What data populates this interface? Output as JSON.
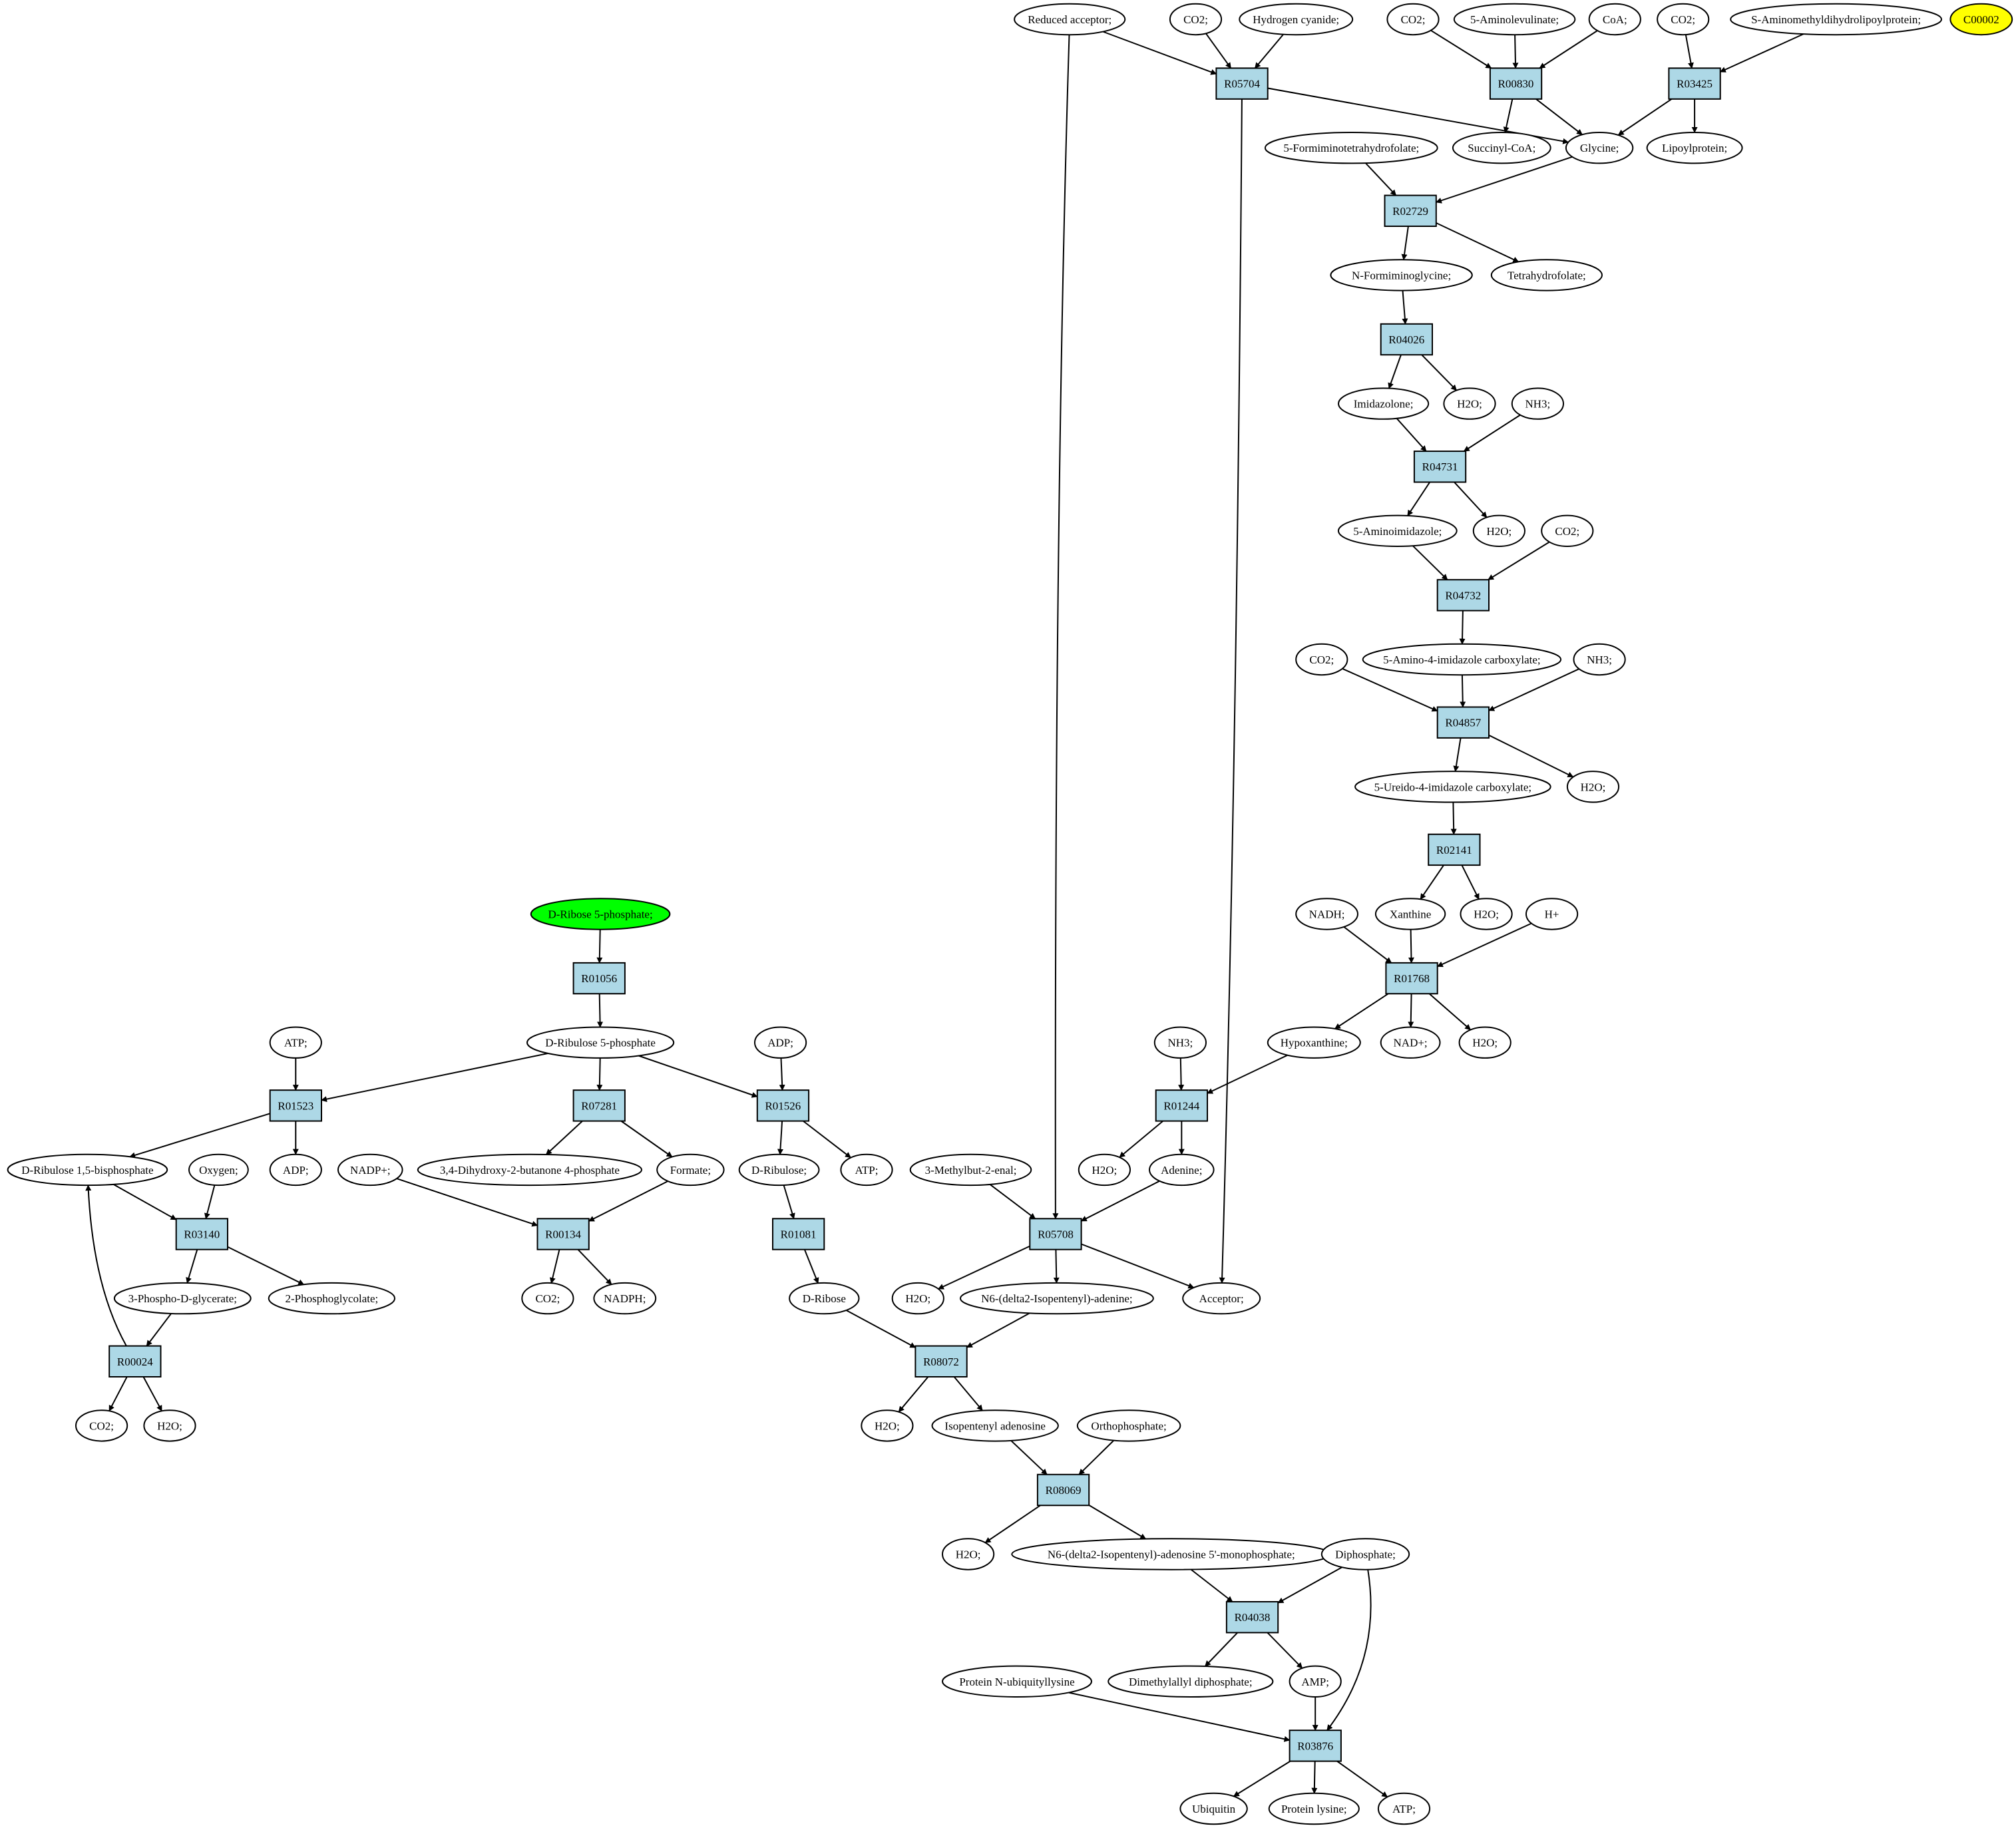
{
  "compounds": {
    "reduced_acceptor": "Reduced acceptor;",
    "co2_a": "CO2;",
    "hydrogen_cyanide": "Hydrogen cyanide;",
    "co2_b": "CO2;",
    "aminolevulinate": "5-Aminolevulinate;",
    "coa": "CoA;",
    "co2_c": "CO2;",
    "s_aminomethyl": "S-Aminomethyldihydrolipoylprotein;",
    "c00002": "C00002",
    "formiminotetrahydrofolate": "5-Formiminotetrahydrofolate;",
    "succinyl_coa": "Succinyl-CoA;",
    "glycine": "Glycine;",
    "lipoylprotein": "Lipoylprotein;",
    "n_formiminoglycine": "N-Formiminoglycine;",
    "tetrahydrofolate": "Tetrahydrofolate;",
    "imidazolone": "Imidazolone;",
    "h2o_a": "H2O;",
    "nh3_a": "NH3;",
    "aminoimidazole": "5-Aminoimidazole;",
    "h2o_b": "H2O;",
    "co2_d": "CO2;",
    "co2_e": "CO2;",
    "amino_imidazole_carboxylate": "5-Amino-4-imidazole carboxylate;",
    "nh3_b": "NH3;",
    "ureido_imidazole_carboxylate": "5-Ureido-4-imidazole carboxylate;",
    "h2o_c": "H2O;",
    "nadh": "NADH;",
    "xanthine": "Xanthine",
    "h2o_d": "H2O;",
    "h_plus": "H+",
    "hypoxanthine": "Hypoxanthine;",
    "nad_plus": "NAD+;",
    "h2o_e": "H2O;",
    "ribose5p": "D-Ribose 5-phosphate;",
    "ribulose5p": "D-Ribulose 5-phosphate",
    "atp_a": "ATP;",
    "adp_a": "ADP;",
    "nh3_c": "NH3;",
    "ribulose15bp": "D-Ribulose 1,5-bisphosphate",
    "oxygen": "Oxygen;",
    "adp_b": "ADP;",
    "nadp_plus": "NADP+;",
    "dihydroxy_butanone": "3,4-Dihydroxy-2-butanone 4-phosphate",
    "formate": "Formate;",
    "ribulose": "D-Ribulose;",
    "atp_b": "ATP;",
    "methylbutenal": "3-Methylbut-2-enal;",
    "h2o_f": "H2O;",
    "adenine": "Adenine;",
    "phosphoglycerate": "3-Phospho-D-glycerate;",
    "phosphoglycolate": "2-Phosphoglycolate;",
    "co2_f": "CO2;",
    "nadph": "NADPH;",
    "ribose": "D-Ribose",
    "h2o_g": "H2O;",
    "n6_isopentenyl_adenine": "N6-(delta2-Isopentenyl)-adenine;",
    "acceptor": "Acceptor;",
    "co2_g": "CO2;",
    "h2o_h": "H2O;",
    "h2o_i": "H2O;",
    "isopentenyl_adenosine": "Isopentenyl adenosine",
    "orthophosphate": "Orthophosphate;",
    "h2o_j": "H2O;",
    "n6_isopentenyl_amp": "N6-(delta2-Isopentenyl)-adenosine 5'-monophosphate;",
    "diphosphate": "Diphosphate;",
    "protein_ubiquityllysine": "Protein N-ubiquityllysine",
    "dimethylallyl_diphosphate": "Dimethylallyl diphosphate;",
    "amp": "AMP;",
    "ubiquitin": "Ubiquitin",
    "protein_lysine": "Protein lysine;",
    "atp_c": "ATP;"
  },
  "reactions": {
    "R05704": "R05704",
    "R00830": "R00830",
    "R03425": "R03425",
    "R02729": "R02729",
    "R04026": "R04026",
    "R04731": "R04731",
    "R04732": "R04732",
    "R04857": "R04857",
    "R02141": "R02141",
    "R01768": "R01768",
    "R01056": "R01056",
    "R01523": "R01523",
    "R07281": "R07281",
    "R01526": "R01526",
    "R01244": "R01244",
    "R03140": "R03140",
    "R00134": "R00134",
    "R01081": "R01081",
    "R05708": "R05708",
    "R00024": "R00024",
    "R08072": "R08072",
    "R08069": "R08069",
    "R04038": "R04038",
    "R03876": "R03876"
  },
  "colors": {
    "reaction_fill": "#add8e6",
    "start_compound_fill": "#00ff00",
    "highlight_compound_fill": "#ffff00",
    "compound_fill": "#ffffff"
  }
}
